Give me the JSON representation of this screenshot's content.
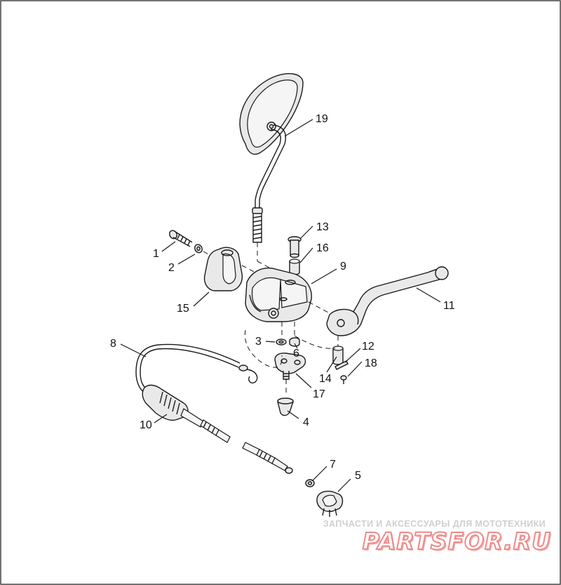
{
  "diagram": {
    "callouts": [
      {
        "id": "1",
        "label": "1"
      },
      {
        "id": "2",
        "label": "2"
      },
      {
        "id": "3",
        "label": "3"
      },
      {
        "id": "4",
        "label": "4"
      },
      {
        "id": "5",
        "label": "5"
      },
      {
        "id": "6",
        "label": "6"
      },
      {
        "id": "7",
        "label": "7"
      },
      {
        "id": "8",
        "label": "8"
      },
      {
        "id": "9",
        "label": "9"
      },
      {
        "id": "10",
        "label": "10"
      },
      {
        "id": "11",
        "label": "11"
      },
      {
        "id": "12",
        "label": "12"
      },
      {
        "id": "13",
        "label": "13"
      },
      {
        "id": "14",
        "label": "14"
      },
      {
        "id": "15",
        "label": "15"
      },
      {
        "id": "16",
        "label": "16"
      },
      {
        "id": "17",
        "label": "17"
      },
      {
        "id": "18",
        "label": "18"
      },
      {
        "id": "19",
        "label": "19"
      }
    ]
  },
  "watermark": {
    "caption": "ЗАПЧАСТИ И АКСЕССУАРЫ ДЛЯ МОТОТЕХНИКИ",
    "logo_text": "PARTSFOR.RU"
  }
}
